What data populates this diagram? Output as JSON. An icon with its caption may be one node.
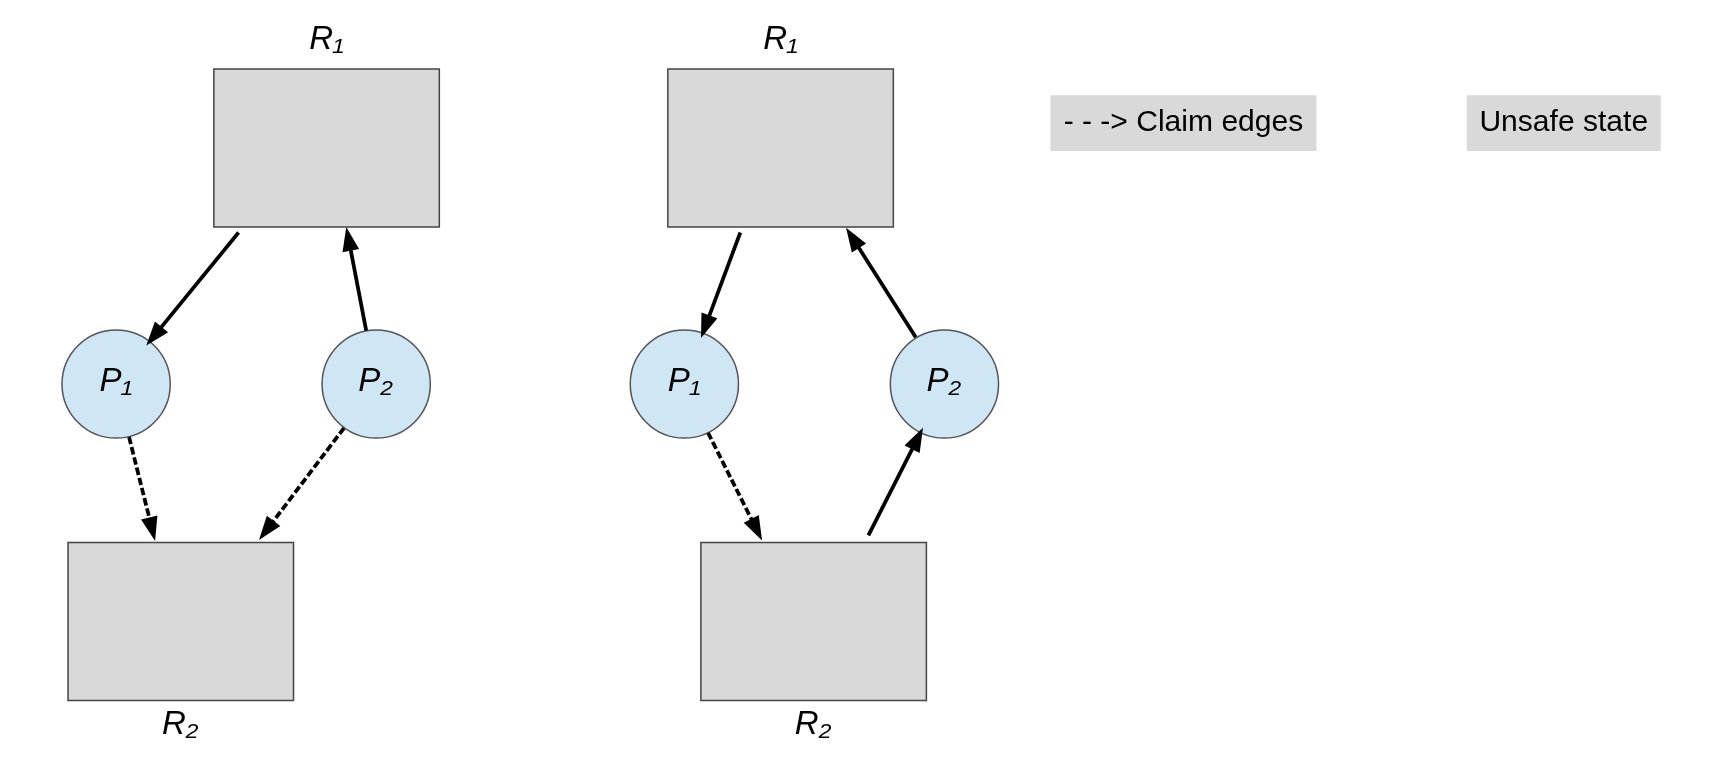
{
  "diagram": {
    "nodes": [
      {
        "text": [
          "R₁"
        ]
      },
      {
        "text": [
          "P₁"
        ]
      },
      {
        "text": [
          "P₂"
        ]
      },
      {
        "text": [
          "R₂"
        ]
      },
      {
        "text": [
          "R₁"
        ]
      },
      {
        "text": [
          "P₁"
        ]
      },
      {
        "text": [
          "P₂"
        ]
      },
      {
        "text": [
          "R₂"
        ]
      }
    ],
    "edges": [
      {
        "from": 0,
        "to": 1,
        "arrow": "to"
      },
      {
        "from": 2,
        "to": 0,
        "arrow": "to"
      },
      {
        "from": 1,
        "to": 3,
        "arrow": "to",
        "style": "dashed"
      },
      {
        "from": 2,
        "to": 3,
        "arrow": "to",
        "style": "dashed"
      },
      {
        "from": 4,
        "to": 5,
        "arrow": "to"
      },
      {
        "from": 6,
        "to": 4,
        "arrow": "to"
      },
      {
        "from": 5,
        "to": 7,
        "arrow": "to",
        "style": "dashed"
      },
      {
        "from": 7,
        "to": 6,
        "arrow": "to"
      }
    ],
    "labels": [
      "- - -> Claim edges",
      "Unsafe state"
    ]
  }
}
